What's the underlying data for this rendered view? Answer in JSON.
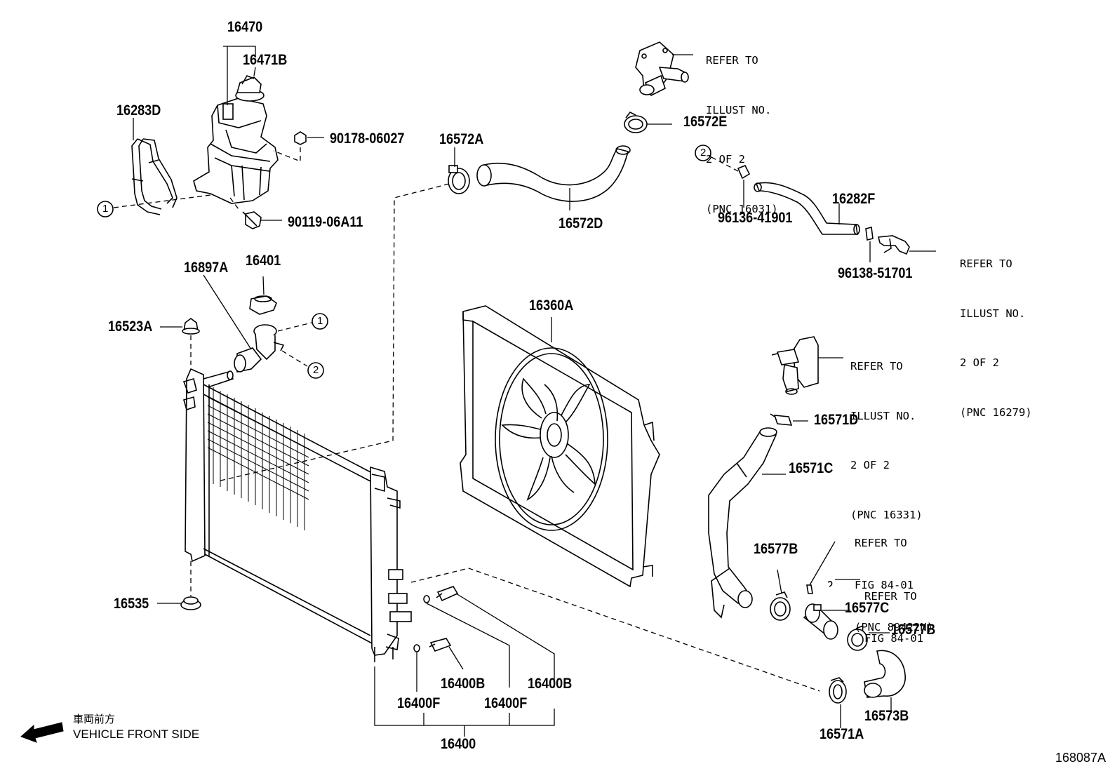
{
  "parts": {
    "p16470": "16470",
    "p16471B": "16471B",
    "p16283D": "16283D",
    "p90178": "90178-06027",
    "p90119": "90119-06A11",
    "p16572A": "16572A",
    "p16572D": "16572D",
    "p16572E": "16572E",
    "p96136": "96136-41901",
    "p16282F": "16282F",
    "p96138": "96138-51701",
    "p16897A": "16897A",
    "p16401": "16401",
    "p16523A": "16523A",
    "p16360A": "16360A",
    "p16571D": "16571D",
    "p16571C": "16571C",
    "p16577B_a": "16577B",
    "p16577C": "16577C",
    "p16577B_b": "16577B",
    "p16573B": "16573B",
    "p16571A": "16571A",
    "p16535": "16535",
    "p16400B_a": "16400B",
    "p16400B_b": "16400B",
    "p16400F_a": "16400F",
    "p16400F_b": "16400F",
    "p16400": "16400"
  },
  "references": {
    "ref_thermo": [
      "REFER TO",
      "ILLUST NO.",
      "2 OF 2",
      "(PNC 16031)"
    ],
    "ref_pipe": [
      "REFER TO",
      "ILLUST NO.",
      "2 OF 2",
      "(PNC 16279)"
    ],
    "ref_inlet": [
      "REFER TO",
      "ILLUST NO.",
      "2 OF 2",
      "(PNC 16331)"
    ],
    "ref_fig1": [
      "REFER TO",
      "FIG 84-01",
      "(PNC 89422N)"
    ],
    "ref_fig2": [
      "REFER TO",
      "FIG 84-01"
    ]
  },
  "callouts": {
    "c1_a": "1",
    "c1_b": "1",
    "c2_a": "2",
    "c2_b": "2"
  },
  "direction": {
    "jp": "車両前方",
    "en": "VEHICLE FRONT SIDE",
    "icon": "arrow-left-icon"
  },
  "figure_id": "168087A"
}
